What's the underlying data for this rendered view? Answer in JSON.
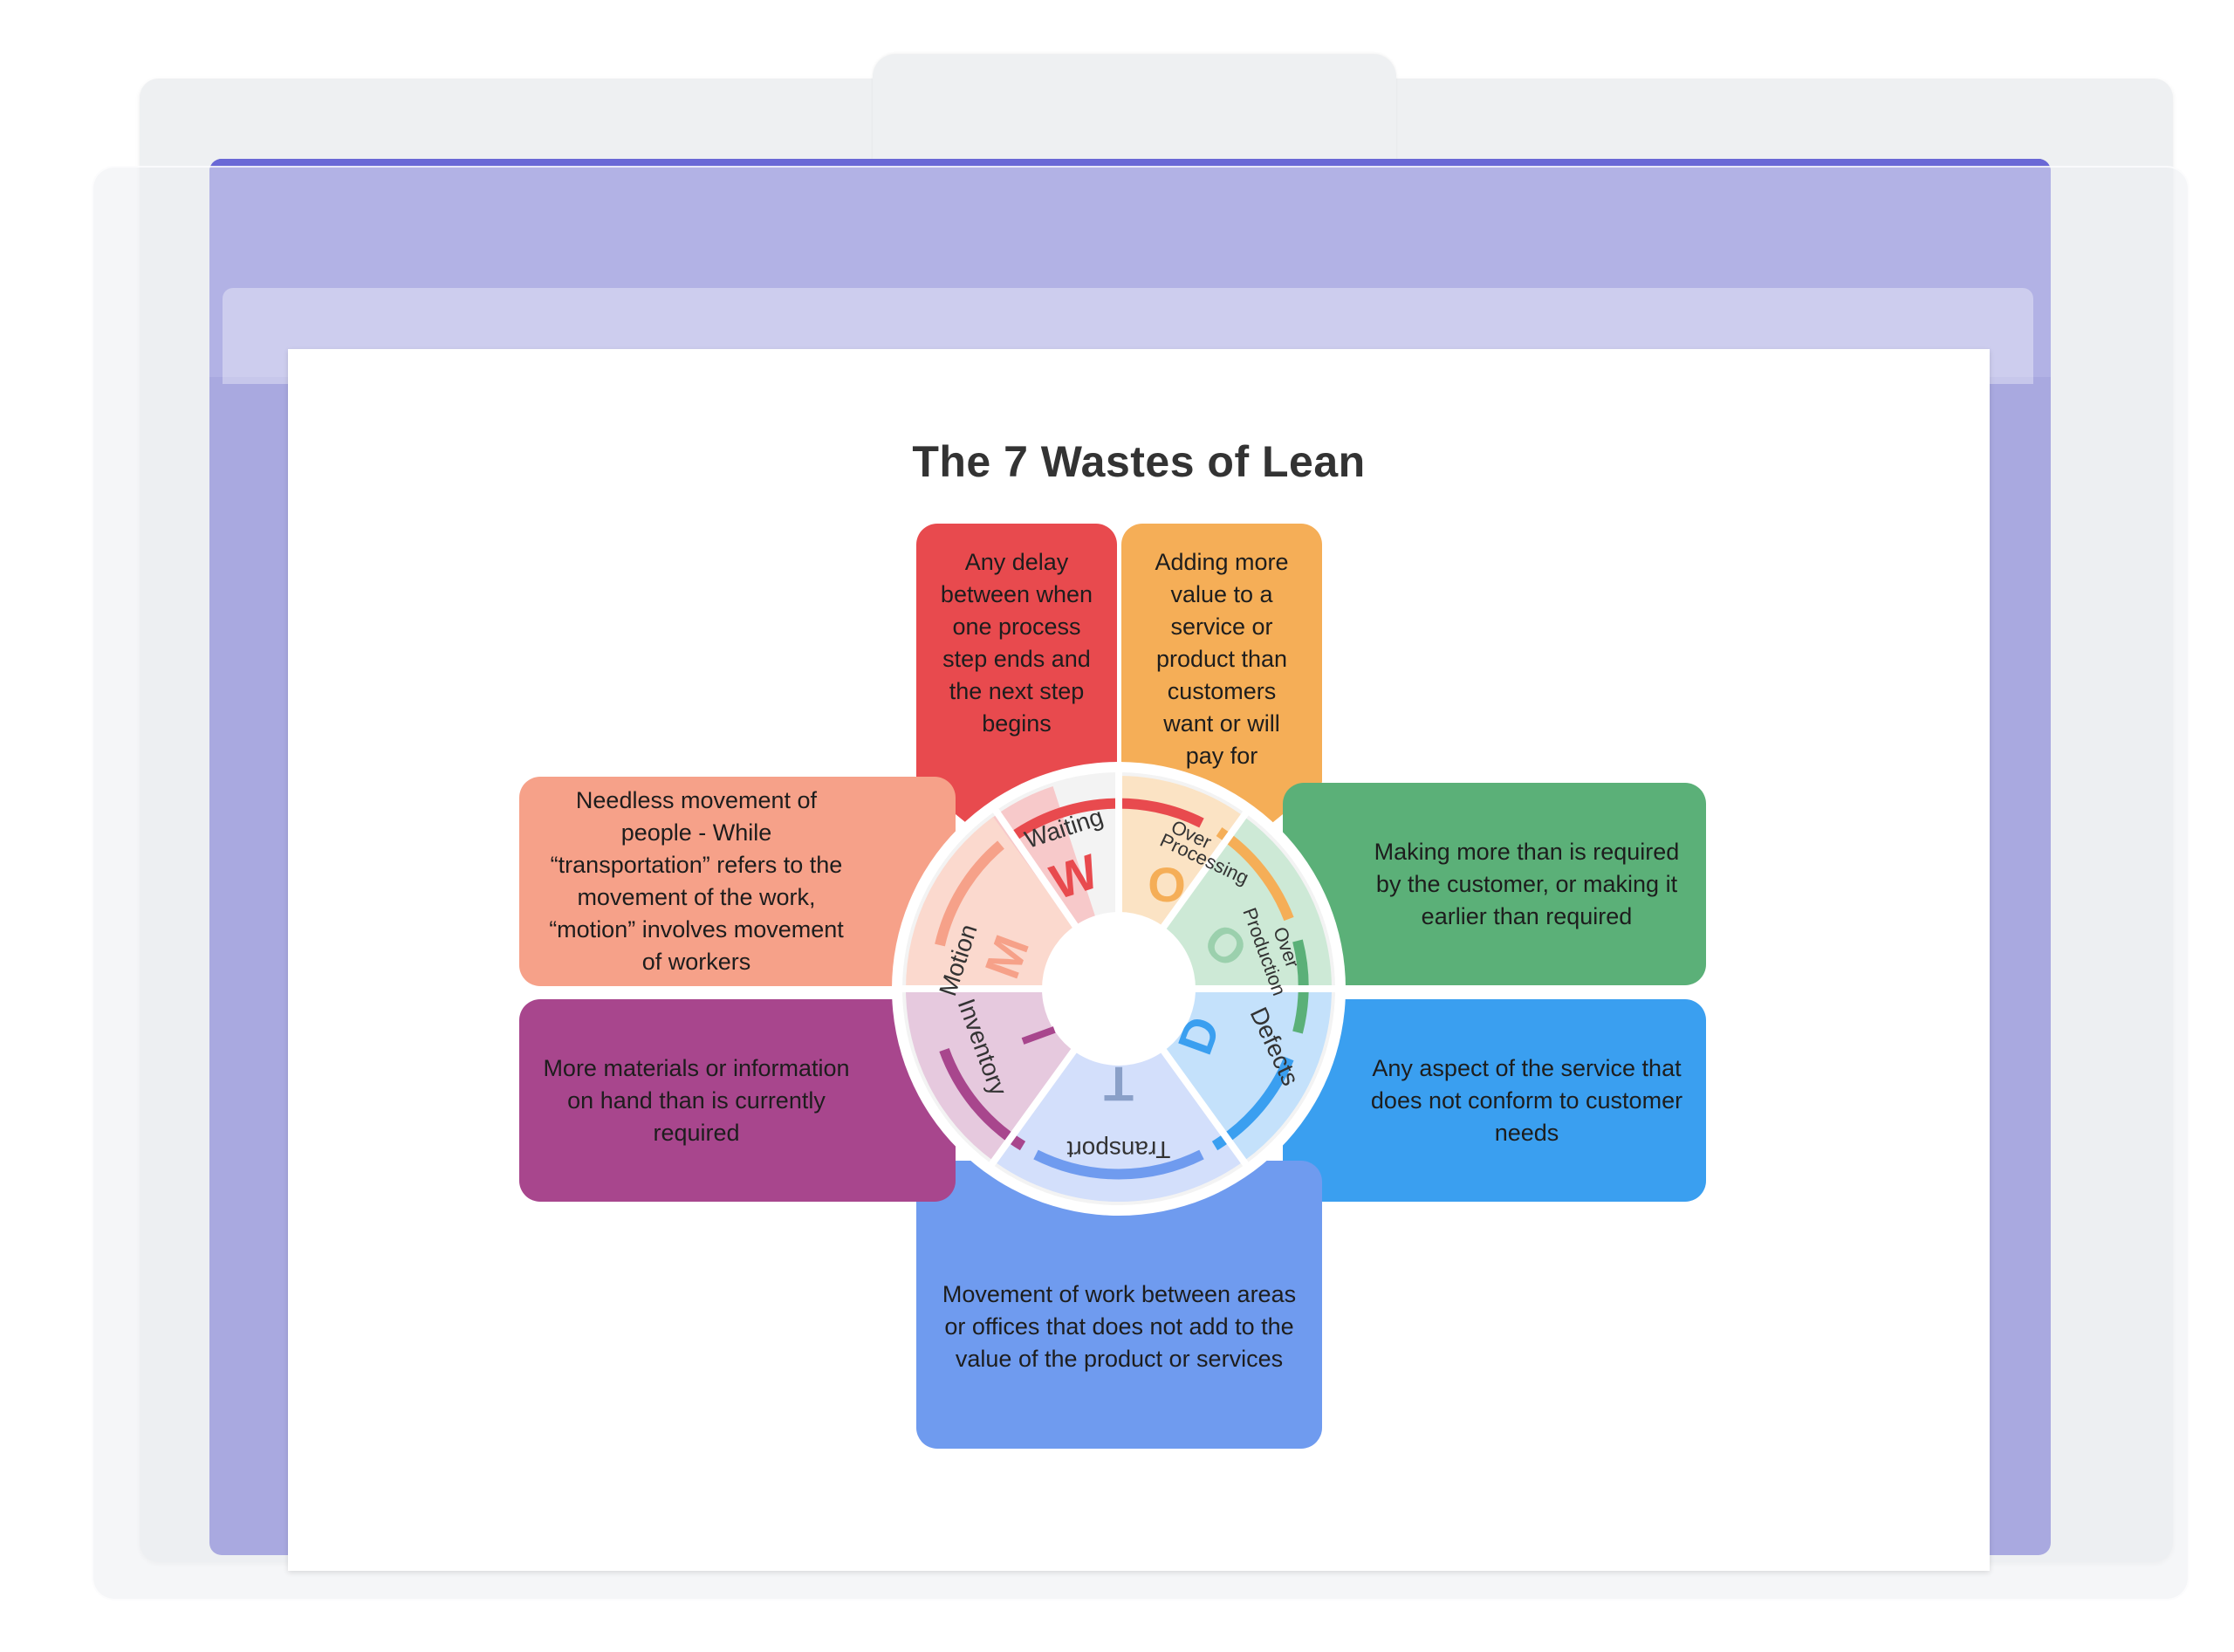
{
  "title": "The 7 Wastes of Lean",
  "wastes": {
    "waiting": {
      "label": "Waiting",
      "letter": "W",
      "description": "Any delay between when one process step ends and the next step begins",
      "color": "#e84a4e",
      "light": "#f7c9ca"
    },
    "over_processing": {
      "label_line1": "Over",
      "label_line2": "Processing",
      "letter": "O",
      "description": "Adding more value to a service or product than customers want or will pay for",
      "color": "#f5ae57",
      "light": "#fbe3c4"
    },
    "over_production": {
      "label_line1": "Over",
      "label_line2": "Production",
      "letter": "O",
      "description": "Making more than is required by the customer, or making it earlier than required",
      "color": "#5bb078",
      "light": "#cde9d6"
    },
    "defects": {
      "label": "Defects",
      "letter": "D",
      "description": "Any aspect of the service that does not conform to customer needs",
      "color": "#3a9ff0",
      "light": "#c4e1fb"
    },
    "transport": {
      "label": "Transport",
      "letter": "T",
      "description": "Movement of work between areas or offices that does not add to the value of the product or services",
      "color": "#6f9bef",
      "light": "#d3dffb"
    },
    "inventory": {
      "label": "Inventory",
      "letter": "I",
      "description": "More materials or information on hand than is currently required",
      "color": "#a8468d",
      "light": "#e6c9de"
    },
    "motion": {
      "label": "Motion",
      "letter": "M",
      "description": "Needless movement of people - While “transportation” refers to the movement of the work, “motion” involves movement of workers",
      "color": "#f6a189",
      "light": "#fbd9ce"
    }
  }
}
